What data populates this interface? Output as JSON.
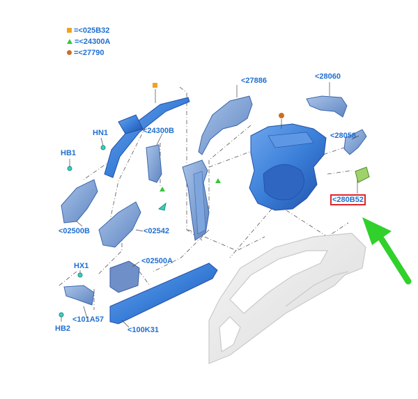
{
  "legend": [
    {
      "symbol": "square",
      "color": "#f0a320",
      "text": "=<025B32"
    },
    {
      "symbol": "triangle",
      "color": "#35c63a",
      "text": "=<24300A"
    },
    {
      "symbol": "circle",
      "color": "#c8702a",
      "text": "=<27790"
    }
  ],
  "labels": {
    "p27886": "<27886",
    "p28060": "<28060",
    "hn1": "HN1",
    "p24300b": "<24300B",
    "p28058": "<28058",
    "hb1": "HB1",
    "p280b52": "<280B52",
    "p02500b": "<02500B",
    "p02542": "<02542",
    "p02500a": "<02500A",
    "hx1": "HX1",
    "p101a57": "<101A57",
    "hb2": "HB2",
    "p100k31": "<100K31"
  },
  "colors": {
    "part_blue": "#3a7fd9",
    "part_dark": "#1f4fa8",
    "label_blue": "#1f6fd1",
    "highlight_red": "#e0242a",
    "arrow_green": "#2fd12a",
    "ghost_car": "#e6e6e6"
  }
}
